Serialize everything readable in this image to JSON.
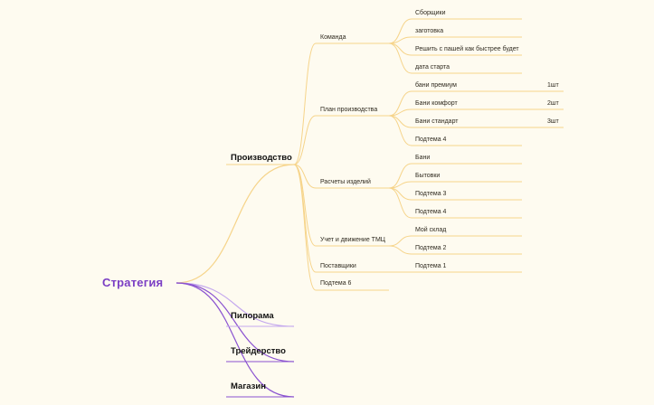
{
  "colors": {
    "background": "#fefbf0",
    "root_text": "#7b3fc4",
    "production_branch": "#f6d48a",
    "purple_branch": "#8a52d0",
    "light_purple_branch": "#c4a8ee"
  },
  "mindmap": {
    "root": "Стратегия",
    "branches": [
      {
        "label": "Производство",
        "children": [
          {
            "label": "Команда",
            "children": [
              {
                "label": "Сборщики"
              },
              {
                "label": "заготовка"
              },
              {
                "label": "Решить с пашей как быстрее будет"
              },
              {
                "label": "дата старта"
              }
            ]
          },
          {
            "label": "План производства",
            "children": [
              {
                "label": "бани премиум",
                "qty": "1шт"
              },
              {
                "label": "Бани комфорт",
                "qty": "2шт"
              },
              {
                "label": "Бани стандарт",
                "qty": "3шт"
              },
              {
                "label": "Подтема 4"
              }
            ]
          },
          {
            "label": "Расчеты изделий",
            "children": [
              {
                "label": "Бани"
              },
              {
                "label": "Бытовки"
              },
              {
                "label": "Подтема 3"
              },
              {
                "label": "Подтема 4"
              }
            ]
          },
          {
            "label": "Учет и движение ТМЦ",
            "children": [
              {
                "label": "Мой склад"
              },
              {
                "label": "Подтема 2"
              }
            ]
          },
          {
            "label": "Поставщики",
            "children": [
              {
                "label": "Подтема 1"
              }
            ]
          },
          {
            "label": "Подтема 6",
            "children": []
          }
        ]
      },
      {
        "label": "Пилорама",
        "children": []
      },
      {
        "label": "Трейдерство",
        "children": []
      },
      {
        "label": "Магазин",
        "children": []
      }
    ]
  }
}
